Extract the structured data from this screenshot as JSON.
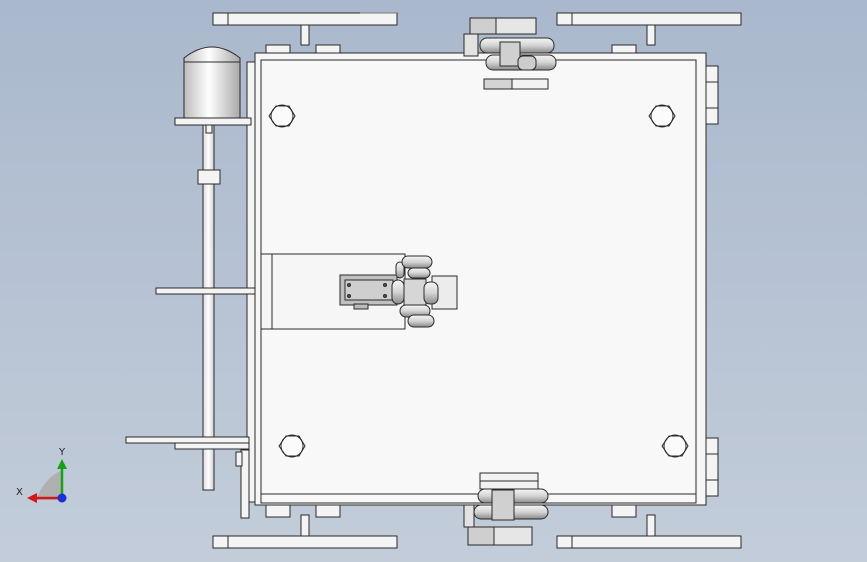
{
  "viewport": {
    "background_top": "#aab8cd",
    "background_bottom": "#c3cdda"
  },
  "model": {
    "view": "top",
    "parts": [
      "chassis-plate",
      "drive-motor",
      "lead-screw",
      "side-arms",
      "corner-bolts",
      "omni-wheel-top",
      "omni-wheel-center",
      "omni-wheel-bottom",
      "rail-wheels"
    ]
  },
  "triad": {
    "x_label": "X",
    "y_label": "Y",
    "x_color": "#d01818",
    "y_color": "#19a019",
    "z_color": "#1c2fd8"
  }
}
